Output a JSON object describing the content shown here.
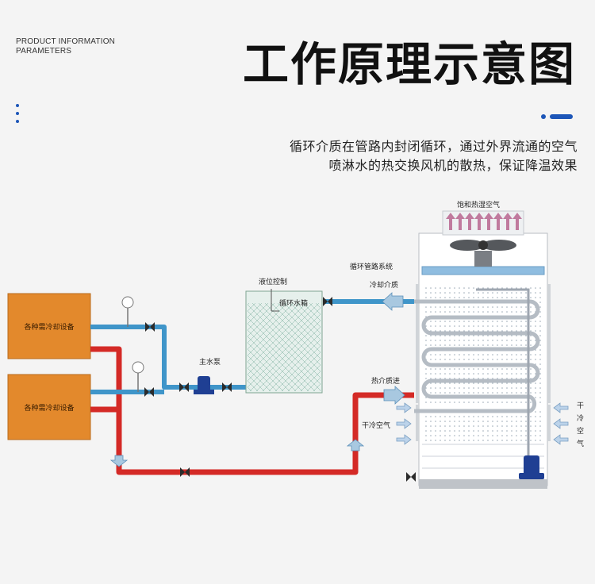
{
  "header": {
    "en_line1": "PRODUCT INFORMATION",
    "en_line2": "PARAMETERS",
    "title": "工作原理示意图"
  },
  "description": {
    "line1": "循环介质在管路内封闭循环，通过外界流通的空气",
    "line2": "喷淋水的热交换风机的散热，保证降温效果"
  },
  "diagram": {
    "equipment_label": "各种需冷却设备",
    "level_control": "液位控制",
    "water_tank": "循环水箱",
    "main_pump": "主水泵",
    "saturated_air": "饱和热湿空气",
    "circulation_system": "循环管路系统",
    "cooling_medium": "冷却介质",
    "hot_medium_in": "热介质进",
    "dry_cold_air": "干冷空气",
    "dry_cold_air_vertical": [
      "干",
      "冷",
      "空",
      "气"
    ]
  },
  "colors": {
    "accent": "#1d56b8",
    "hot_pipe": "#d42a26",
    "cold_pipe": "#3f95c9",
    "equipment_box": "#e3892c"
  }
}
